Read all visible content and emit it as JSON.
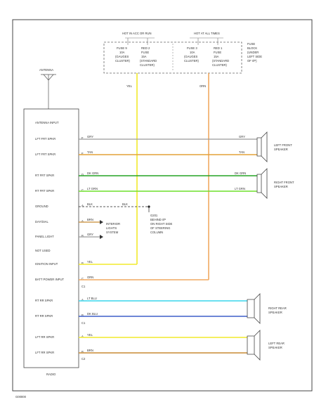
{
  "diagram": {
    "antenna_label": "ANTENNA",
    "radio_label": "RADIO",
    "radio_terminals": [
      {
        "label": "ANTENNA INPUT",
        "pin": ""
      },
      {
        "label": "LFT FRT SPKR",
        "pin": "F"
      },
      {
        "label": "LFT FRT SPKR",
        "pin": "E"
      },
      {
        "label": "RT FRT SPKR",
        "pin": "D"
      },
      {
        "label": "RT FRT SPKR",
        "pin": "C"
      },
      {
        "label": "GROUND",
        "pin": "A"
      },
      {
        "label": "DAY/DIAL",
        "pin": "A"
      },
      {
        "label": "PANEL LIGHT",
        "pin": "B"
      },
      {
        "label": "NOT USED",
        "pin": ""
      },
      {
        "label": "IGNITION INPUT",
        "pin": "B"
      },
      {
        "label": "BATT POWER INPUT",
        "pin": "C"
      },
      {
        "label": "",
        "pin": "C1"
      },
      {
        "label": "RT RR SPKR",
        "pin": "A"
      },
      {
        "label": "RT RR SPKR",
        "pin": "B"
      },
      {
        "label": "",
        "pin": "C1"
      },
      {
        "label": "LFT RR SPKR",
        "pin": "A"
      },
      {
        "label": "LFT RR SPKR",
        "pin": "B"
      },
      {
        "label": "",
        "pin": "C2"
      }
    ],
    "fuse_block": {
      "hot_run_label": "HOT IN ACC OR RUN",
      "hot_at_all_label": "HOT AT ALL TIMES",
      "fuse_left_a": [
        "FUSE 9",
        "10A",
        "(GAUGES",
        "CLUSTER)"
      ],
      "fuse_left_b": [
        "RED 2",
        "FUSE",
        "15A",
        "(STANDARD",
        "CLUSTER)"
      ],
      "fuse_right_a": [
        "FUSE 3",
        "10A",
        "(GAUGES",
        "CLUSTER)"
      ],
      "fuse_right_b": [
        "RED 1",
        "FUSE",
        "15A",
        "(STANDARD",
        "CLUSTER)"
      ],
      "block_note": [
        "FUSE",
        "BLOCK",
        "(UNDER",
        "LEFT SIDE",
        "OF I/P)"
      ]
    },
    "wire_labels": {
      "yel_vertical": "YEL",
      "orn_vertical": "ORN",
      "lf_1_left": "GRY",
      "lf_1_right": "GRY",
      "lf_2_left": "TAN",
      "lf_2_right": "TAN",
      "rf_1_left": "DK GRN",
      "rf_1_right": "DK GRN",
      "rf_2_left": "LT GRN",
      "rf_2_right": "LT GRN",
      "ground_left": "BLK",
      "ground_right": "BLK",
      "daydial": "BRN",
      "panel": "GRY",
      "ignition": "YEL",
      "batt": "ORN",
      "rr_1": "LT BLU",
      "rr_2": "DK BLU",
      "lr_1": "YEL",
      "lr_2": "BRN"
    },
    "interior_lights_note": [
      "INTERIOR",
      "LIGHTS",
      "SYSTEM"
    ],
    "ground_note": [
      "G201",
      "BEHIND I/P",
      "ON RIGHT SIDE",
      "OF STEERING",
      "COLUMN"
    ],
    "speakers": {
      "left_front": [
        "LEFT FRONT",
        "SPEAKER"
      ],
      "right_front": [
        "RIGHT FRONT",
        "SPEAKER"
      ],
      "right_rear": [
        "RIGHT REAR",
        "SPEAKER"
      ],
      "left_rear": [
        "LEFT REAR",
        "SPEAKER"
      ]
    },
    "footer_code": "G00000",
    "colors": {
      "border": "#444444",
      "gray": "#9a9a9a",
      "tan": "#e3a238",
      "dk_green": "#23a323",
      "lt_green": "#6ee02c",
      "yellow": "#f2ea2c",
      "orange": "#f0a860",
      "lt_blue": "#38d6ec",
      "dk_blue": "#3d5fc8",
      "brown": "#c88a33",
      "black": "#222222"
    }
  }
}
